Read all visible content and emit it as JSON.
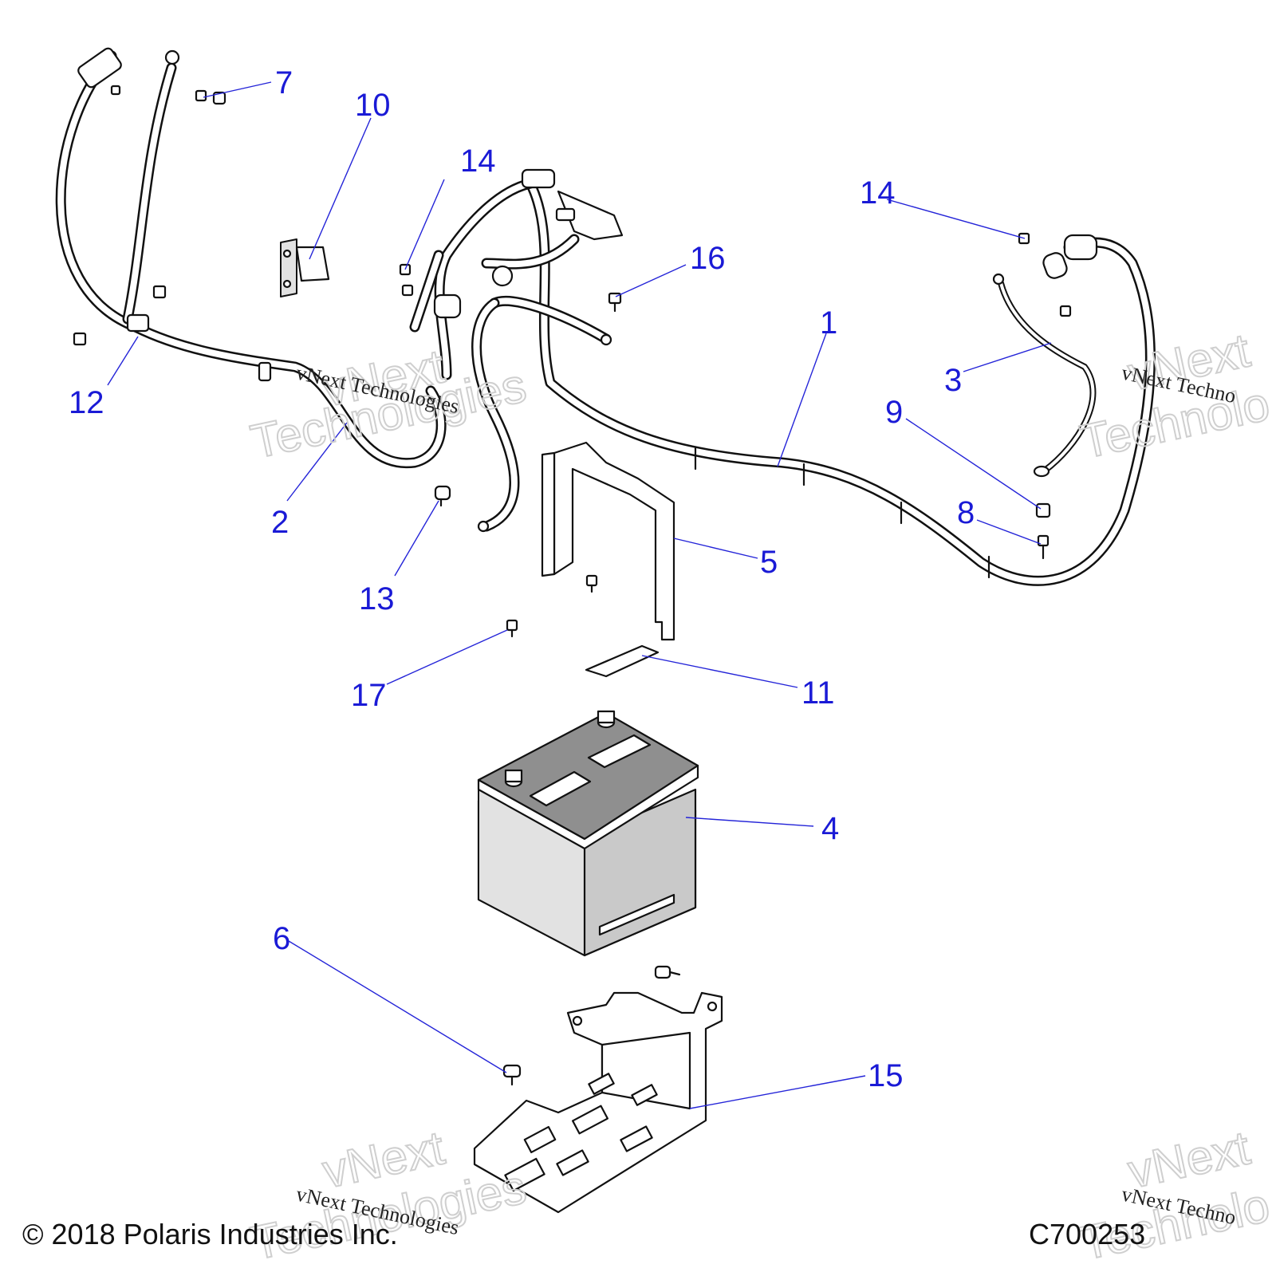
{
  "callouts": {
    "c1": "1",
    "c2": "2",
    "c3": "3",
    "c4": "4",
    "c5": "5",
    "c6": "6",
    "c7": "7",
    "c8": "8",
    "c9": "9",
    "c10": "10",
    "c11": "11",
    "c12": "12",
    "c13": "13",
    "c14a": "14",
    "c14b": "14",
    "c15": "15",
    "c16": "16",
    "c17": "17"
  },
  "watermark": {
    "text": "vNext Technologies",
    "big_line1": "vNext",
    "big_line2": "Technologies",
    "partial_a": "vNext Techno",
    "partial_b": "vNext Techno",
    "big_partial_1": "vNext",
    "big_partial_2": "Technolo"
  },
  "footer": {
    "copyright": "© 2018 Polaris Industries Inc.",
    "figure_id": "C700253"
  },
  "colors": {
    "callout": "#1a1ad6",
    "line": "#111111"
  }
}
